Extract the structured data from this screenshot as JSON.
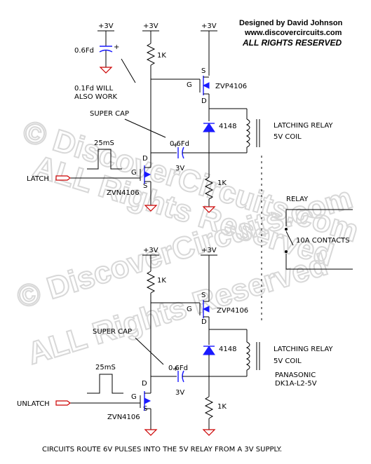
{
  "header": {
    "designer": "Designed by David Johnson",
    "website": "www.discovercircuits.com",
    "rights": "ALL RIGHTS RESERVED"
  },
  "watermark": {
    "line1": "© DiscoverCircuits.com",
    "line2": "ALL Rights Reserved"
  },
  "top": {
    "supply1": "+3V",
    "supply2": "+3V",
    "supply3": "+3V",
    "cap_top_value": "0.6Fd",
    "cap_note_line1": "0.1Fd WILL",
    "cap_note_line2": "ALSO WORK",
    "super_cap": "SUPER CAP",
    "r_top": "1K",
    "pmos_name": "ZVP4106",
    "pmos_g": "G",
    "pmos_s": "S",
    "pmos_d": "D",
    "diode": "4148",
    "relay_label": "LATCHING RELAY",
    "coil_label": "5V COIL",
    "pulse": "25mS",
    "cap_mid_value": "0.6Fd",
    "cap_mid_volt": "3V",
    "nmos_d": "D",
    "nmos_g": "G",
    "nmos_s": "S",
    "nmos_name": "ZVN4106",
    "input": "LATCH",
    "r_bottom": "1K"
  },
  "relay": {
    "title": "RELAY",
    "contacts": "10A CONTACTS"
  },
  "bottom": {
    "supply1": "+3V",
    "supply2": "+3V",
    "r_top": "1K",
    "pmos_s": "S",
    "pmos_g": "G",
    "pmos_name": "ZVP4106",
    "pmos_d": "D",
    "diode": "4148",
    "relay_label": "LATCHING RELAY",
    "coil_label": "5V COIL",
    "brand": "PANASONIC",
    "part": "DK1A-L2-5V",
    "super_cap": "SUPER CAP",
    "pulse": "25mS",
    "cap_value": "0.6Fd",
    "cap_volt": "3V",
    "nmos_d": "D",
    "nmos_g": "G",
    "nmos_s": "S",
    "nmos_name": "ZVN4106",
    "input": "UNLATCH",
    "r_bottom": "1K"
  },
  "footer": {
    "caption": "CIRCUITS ROUTE 6V PULSES INTO THE 5V RELAY FROM A 3V SUPPLY."
  },
  "colors": {
    "wire": "#000000",
    "accent_red": "#cc0000",
    "component_blue": "#1a1aff",
    "watermark": "#d8d8d8"
  }
}
